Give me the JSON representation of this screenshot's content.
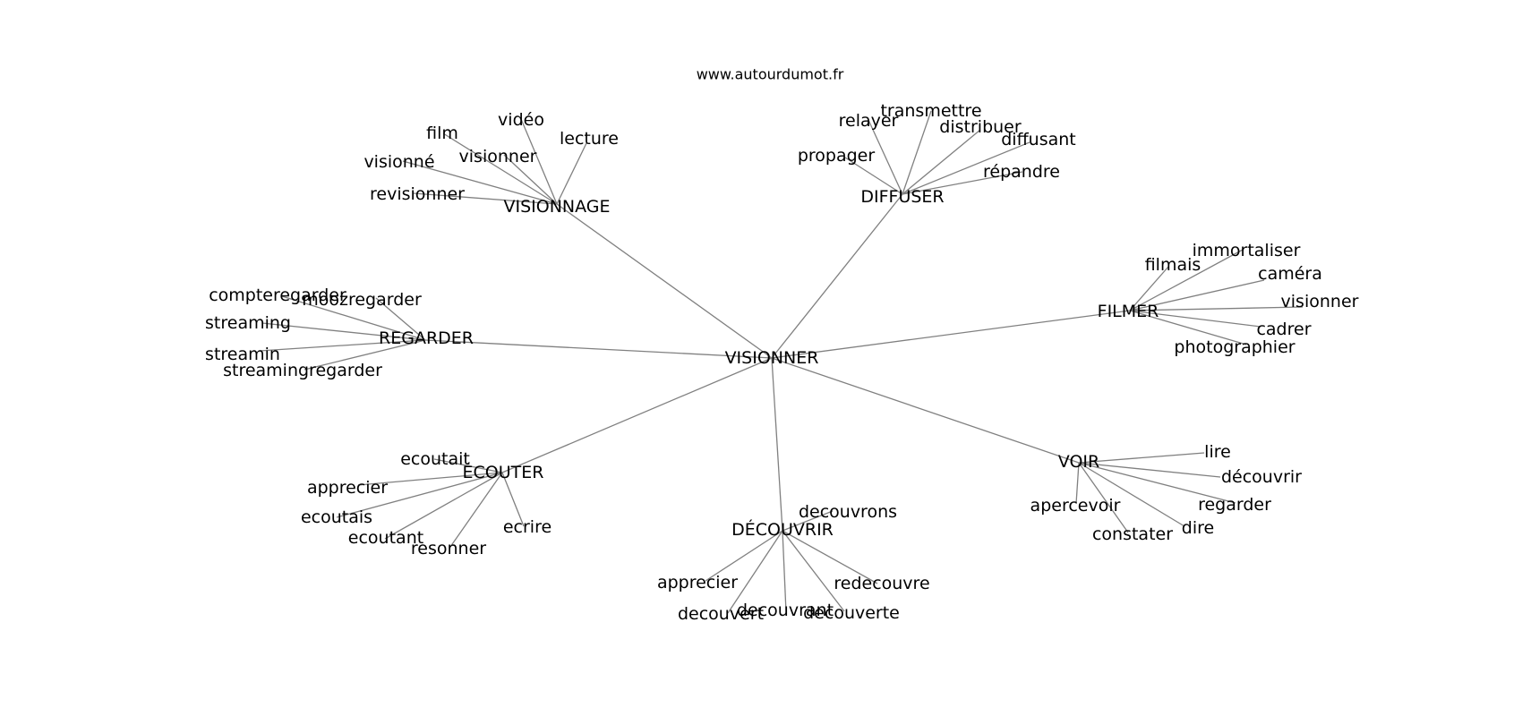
{
  "site": "www.autourdumot.fr",
  "colors": {
    "edge": "#808080",
    "text": "#000000",
    "background": "#ffffff"
  },
  "graph": {
    "center": "VISIONNER",
    "clusters": [
      {
        "hub": "VISIONNAGE",
        "words": [
          "film",
          "vidéo",
          "lecture",
          "visionné",
          "visionner",
          "revisionner"
        ]
      },
      {
        "hub": "DIFFUSER",
        "words": [
          "relayer",
          "transmettre",
          "distribuer",
          "diffusant",
          "propager",
          "répandre"
        ]
      },
      {
        "hub": "FILMER",
        "words": [
          "filmais",
          "immortaliser",
          "caméra",
          "visionner",
          "cadrer",
          "photographier"
        ]
      },
      {
        "hub": "REGARDER",
        "words": [
          "compteregarder",
          "moozregarder",
          "streaming",
          "streamin",
          "streamingregarder"
        ]
      },
      {
        "hub": "ÉCOUTER",
        "words": [
          "ecoutait",
          "apprecier",
          "ecoutais",
          "ecoutant",
          "resonner",
          "ecrire"
        ]
      },
      {
        "hub": "DÉCOUVRIR",
        "words": [
          "decouvrons",
          "apprecier",
          "decouvert",
          "decouvrant",
          "decouverte",
          "redecouvre"
        ]
      },
      {
        "hub": "VOIR",
        "words": [
          "lire",
          "découvrir",
          "regarder",
          "dire",
          "apercevoir",
          "constater"
        ]
      }
    ]
  }
}
